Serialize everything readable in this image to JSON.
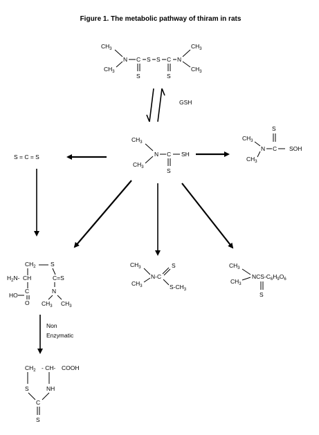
{
  "title": "Figure 1.  The metabolic pathway of thiram in rats",
  "reagent": "GSH",
  "non_enzymatic": [
    "Non",
    "Enzymatic"
  ],
  "atoms": {
    "CH3": "CH",
    "three": "3",
    "N": "N",
    "C": "C",
    "S": "S",
    "SH": "SH",
    "SOH": "SOH",
    "H2N": "H",
    "two": "2",
    "HO": "HO",
    "O": "O",
    "CH2": "CH",
    "CH": "CH",
    "COOH": "COOH",
    "NH": "NH",
    "CS2": "S  =  C  =  S",
    "dash_ch": "- CH",
    "s_ch3": "S-CH",
    "ncs": "NCS-C",
    "six": "6",
    "h9": "H",
    "nine": "9",
    "o6": "O",
    "dash_c": "C",
    "n_dash": "N-",
    "ch_dash": "- CH-",
    "n_c": "N-C",
    "c_s": "C=S"
  }
}
